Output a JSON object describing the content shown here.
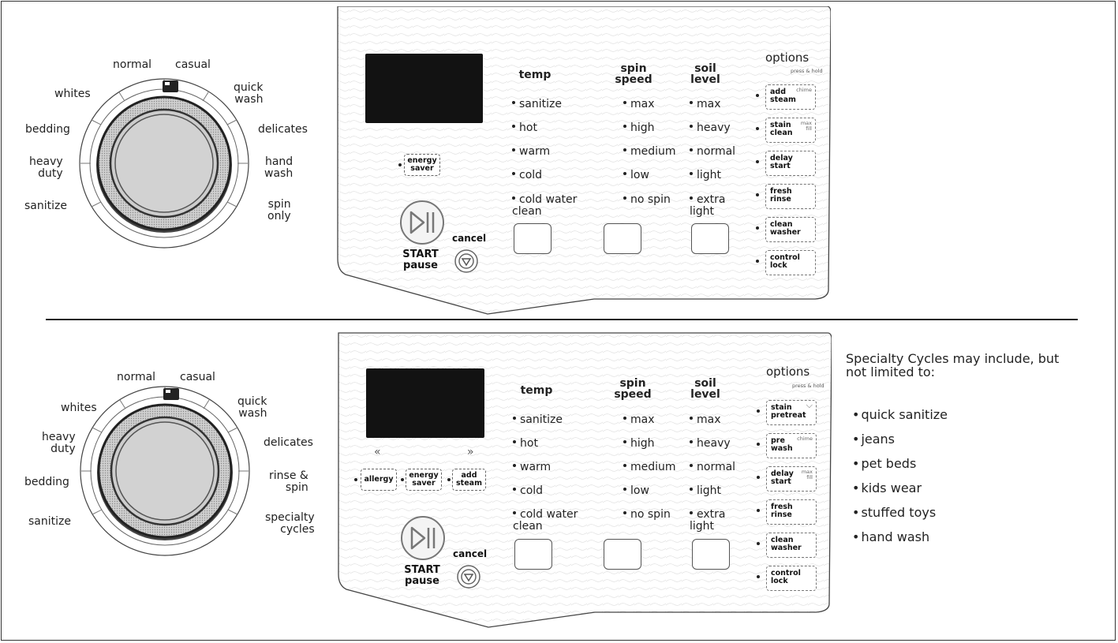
{
  "top": {
    "dial": [
      "normal",
      "casual",
      "whites",
      "quick\nwash",
      "bedding",
      "delicates",
      "heavy\nduty",
      "hand\nwash",
      "sanitize",
      "spin\nonly"
    ],
    "display_columns": {
      "temp": {
        "head": "temp",
        "items": [
          "sanitize",
          "hot",
          "warm",
          "cold",
          "cold water\nclean"
        ]
      },
      "spin": {
        "head": "spin\nspeed",
        "items": [
          "max",
          "high",
          "medium",
          "low",
          "no spin"
        ]
      },
      "soil": {
        "head": "soil\nlevel",
        "items": [
          "max",
          "heavy",
          "normal",
          "light",
          "extra\nlight"
        ]
      }
    },
    "options_head": "options",
    "options_sub": "press & hold",
    "options": [
      {
        "label": "add\nsteam",
        "tag": "chime"
      },
      {
        "label": "stain\nclean",
        "tag": "max\nfill"
      },
      {
        "label": "delay\nstart",
        "tag": ""
      },
      {
        "label": "fresh\nrinse",
        "tag": ""
      },
      {
        "label": "clean\nwasher",
        "tag": ""
      },
      {
        "label": "control\nlock",
        "tag": ""
      }
    ],
    "energy_saver": "energy\nsaver",
    "start": "START\npause",
    "cancel": "cancel"
  },
  "bottom": {
    "dial": [
      "normal",
      "casual",
      "whites",
      "quick\nwash",
      "heavy\nduty",
      "delicates",
      "bedding",
      "rinse &\nspin",
      "sanitize",
      "specialty\ncycles"
    ],
    "display_columns": {
      "temp": {
        "head": "temp",
        "items": [
          "sanitize",
          "hot",
          "warm",
          "cold",
          "cold water\nclean"
        ]
      },
      "spin": {
        "head": "spin\nspeed",
        "items": [
          "max",
          "high",
          "medium",
          "low",
          "no spin"
        ]
      },
      "soil": {
        "head": "soil\nlevel",
        "items": [
          "max",
          "heavy",
          "normal",
          "light",
          "extra\nlight"
        ]
      }
    },
    "options_head": "options",
    "options_sub": "press & hold",
    "options": [
      {
        "label": "stain\npretreat",
        "tag": "⌵"
      },
      {
        "label": "pre\nwash",
        "tag": "chime"
      },
      {
        "label": "delay\nstart",
        "tag": "max\nfill"
      },
      {
        "label": "fresh\nrinse",
        "tag": ""
      },
      {
        "label": "clean\nwasher",
        "tag": ""
      },
      {
        "label": "control\nlock",
        "tag": ""
      }
    ],
    "allergy": "allergy",
    "energy_saver": "energy\nsaver",
    "add_steam": "add\nsteam",
    "arrow_left": "«",
    "arrow_right": "»",
    "start": "START\npause",
    "cancel": "cancel"
  },
  "specialty": {
    "intro": "Specialty Cycles may include, but not limited to:",
    "items": [
      "quick sanitize",
      "jeans",
      "pet beds",
      "kids wear",
      "stuffed toys",
      "hand wash"
    ]
  }
}
